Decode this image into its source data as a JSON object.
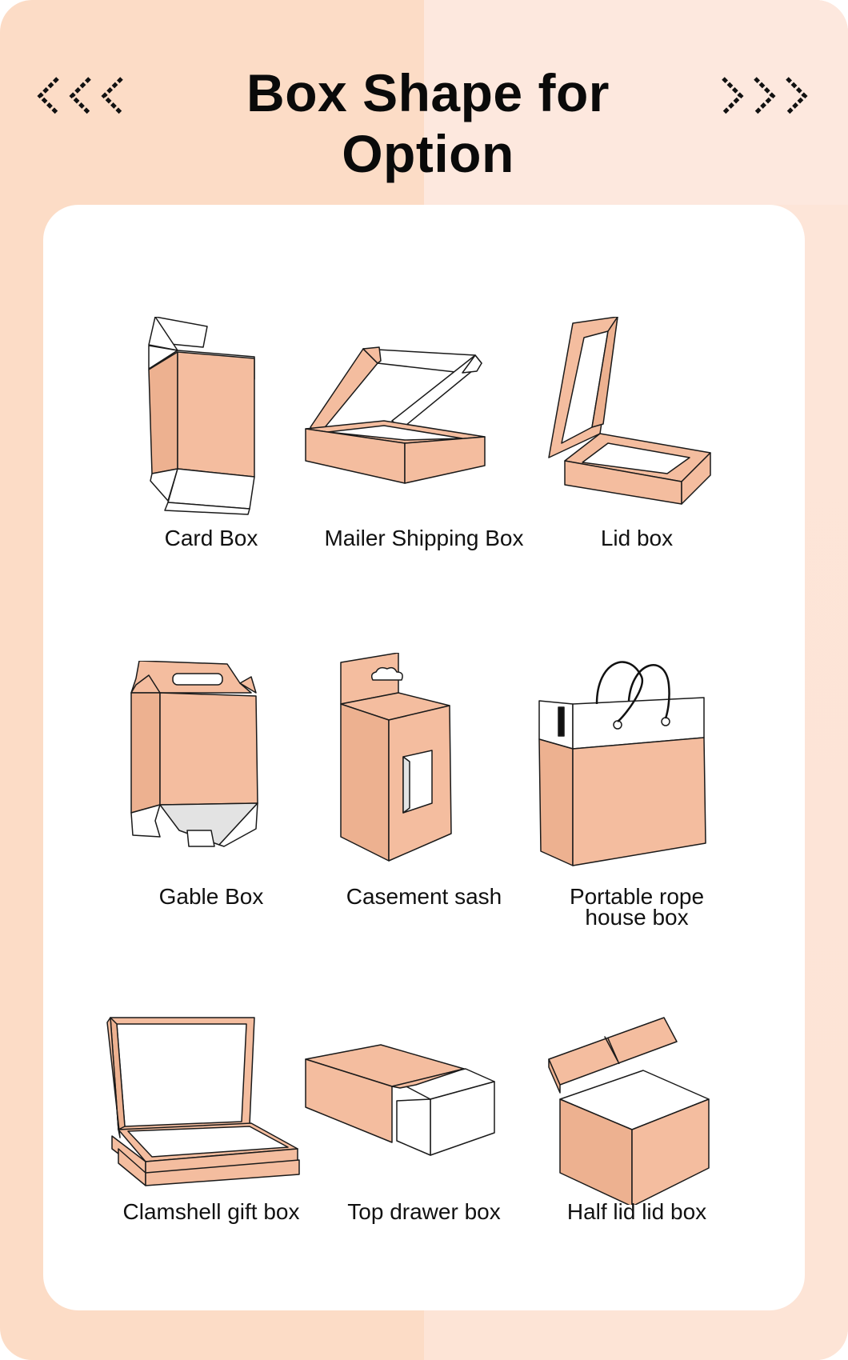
{
  "header": {
    "title": "Box Shape for Option",
    "left_decoration_icon": "triple-chevron-left-icon",
    "right_decoration_icon": "triple-chevron-right-icon"
  },
  "colors": {
    "background": "#fcdcc6",
    "card": "#ffffff",
    "box_fill": "#f4bd9f",
    "box_fill_dark": "#edb190",
    "outline": "#1a1a1a"
  },
  "boxes": [
    {
      "label": "Card Box",
      "icon": "card-box-icon"
    },
    {
      "label": "Mailer Shipping Box",
      "icon": "mailer-shipping-box-icon"
    },
    {
      "label": "Lid box",
      "icon": "lid-box-icon"
    },
    {
      "label": "Gable Box",
      "icon": "gable-box-icon"
    },
    {
      "label": "Casement sash",
      "icon": "casement-sash-box-icon"
    },
    {
      "label": "Portable rope",
      "label_line2": "house box",
      "icon": "portable-rope-bag-icon"
    },
    {
      "label": "Clamshell gift box",
      "icon": "clamshell-gift-box-icon"
    },
    {
      "label": "Top drawer box",
      "icon": "top-drawer-box-icon"
    },
    {
      "label": "Half lid lid box",
      "icon": "half-lid-box-icon"
    }
  ]
}
